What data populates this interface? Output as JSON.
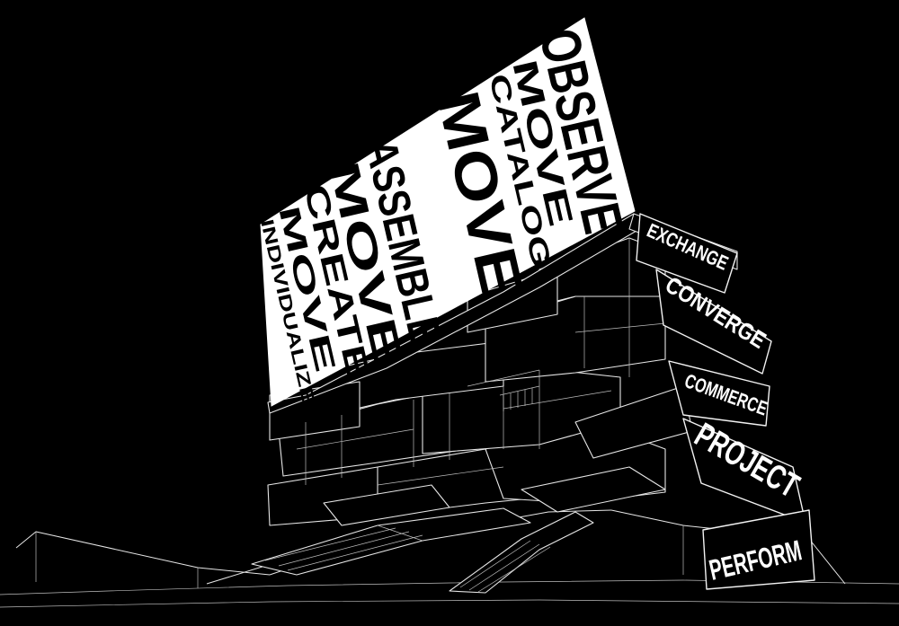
{
  "billboard": {
    "words": [
      "OBSERVE",
      "MOVE",
      "CATALOG",
      "MOVE",
      "ASSEMBLE",
      "MOVE",
      "CREATE",
      "MOVE",
      "INDIVIDUALIZE"
    ]
  },
  "side_signs": {
    "words": [
      "EXCHANGE",
      "CONVERGE",
      "COMMERCE",
      "PROJECT",
      "PERFORM"
    ]
  },
  "colors": {
    "background": "#000000",
    "linework": "#e6e6e6",
    "billboard_fill": "#ffffff"
  }
}
